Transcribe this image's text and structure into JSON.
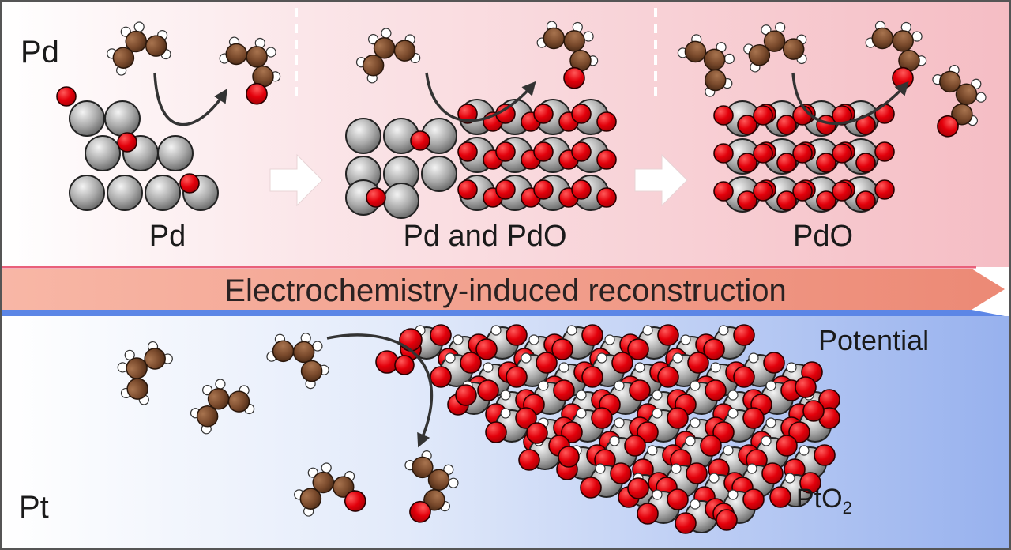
{
  "labels": {
    "pd_corner": "Pd",
    "pt_corner": "Pt",
    "stages": [
      "Pd",
      "Pd and PdO",
      "PdO"
    ],
    "banner": "Electrochemistry-induced reconstruction",
    "potential": "Potential",
    "pt_oxide": {
      "base": "PtO",
      "sub": "2"
    }
  },
  "colors": {
    "palladium_atom": "#a8a8a8",
    "oxygen_atom": "#e3000b",
    "carbon_atom": "#7a4a2c",
    "hydrogen_atom": "#ffffff",
    "top_background": "#f6c9cf",
    "bottom_background": "#9fb6ef",
    "banner": "#ee8a78",
    "arrow": "#333333"
  },
  "icons": {
    "process_arrow": "wide-white-right-arrow",
    "reaction_arrow": "curved-dark-arrow"
  }
}
